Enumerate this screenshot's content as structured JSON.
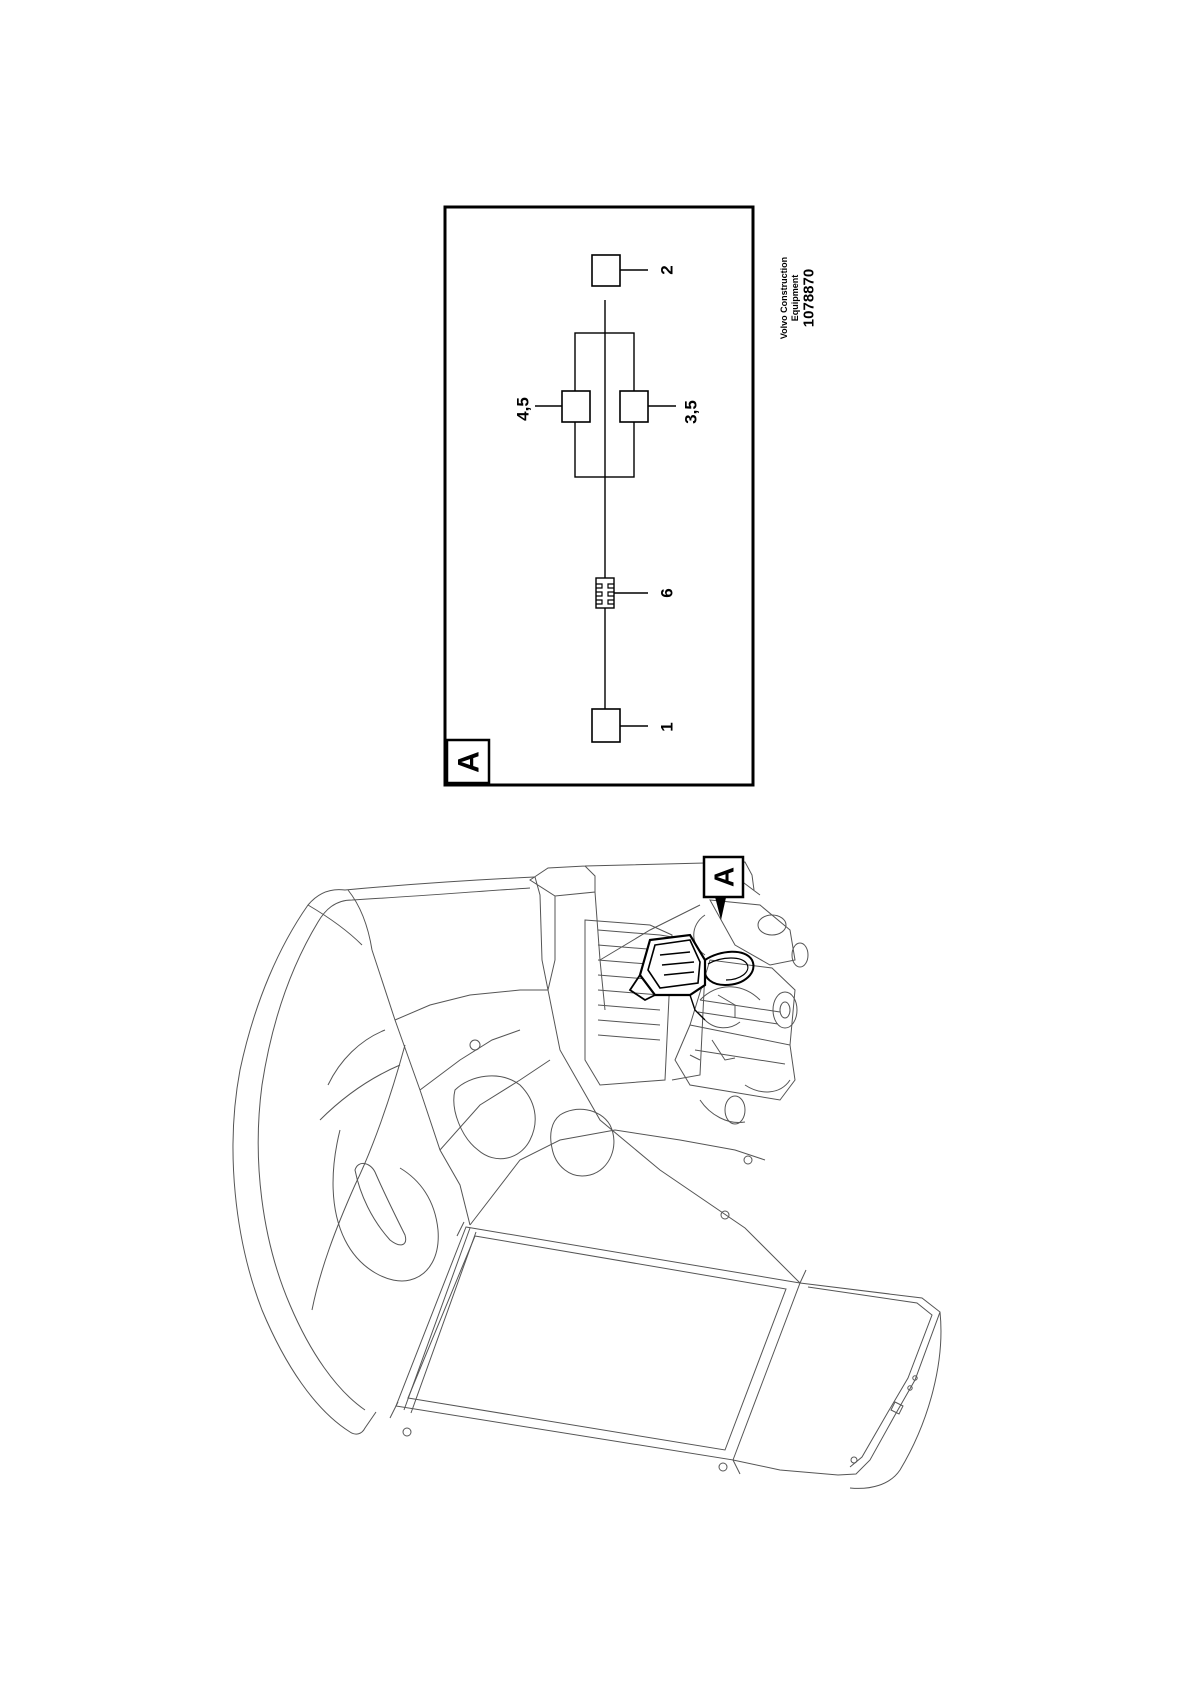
{
  "inset": {
    "view_letter": "A",
    "labels": {
      "item1": "1",
      "item2": "2",
      "item6": "6",
      "item45": "4,5",
      "item35": "3,5"
    }
  },
  "illustration": {
    "callout_letter": "A"
  },
  "footer": {
    "company_line1": "Volvo Construction",
    "company_line2": "Equipment",
    "drawing_number": "1078870"
  }
}
